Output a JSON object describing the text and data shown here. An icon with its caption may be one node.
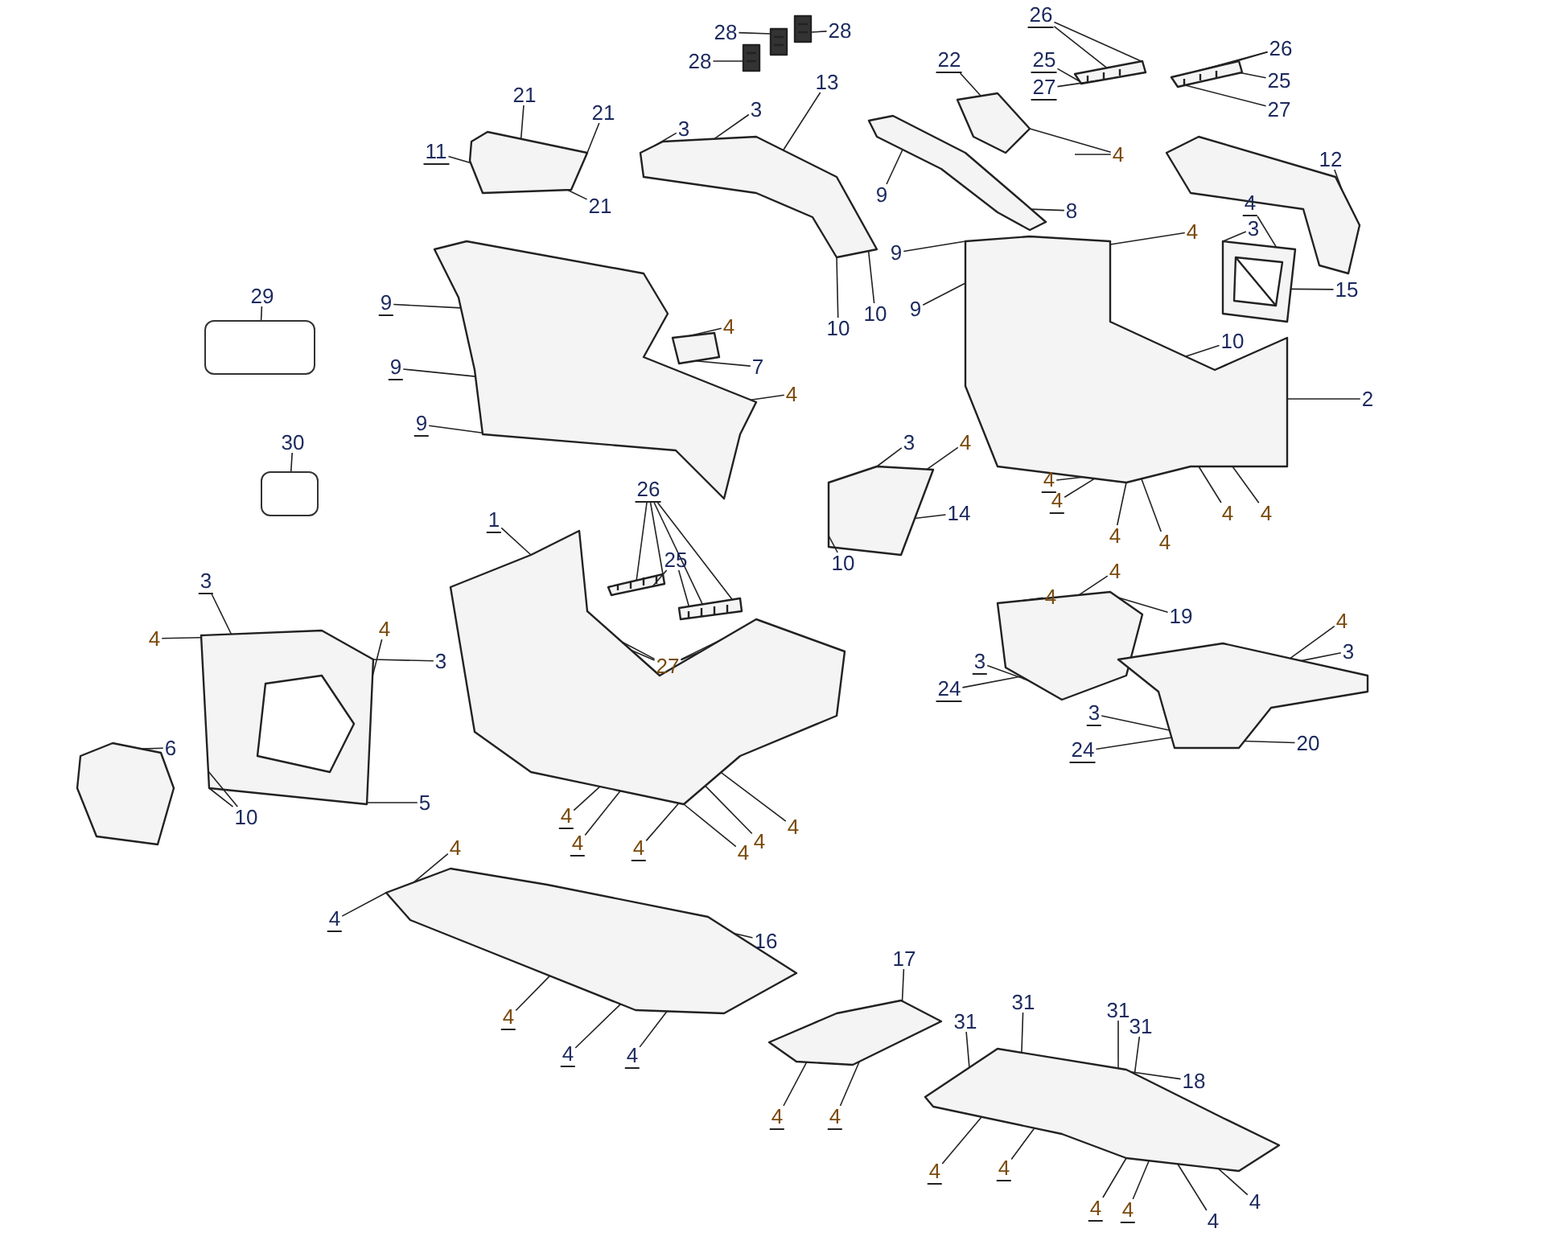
{
  "diagram": {
    "nodes": [
      {
        "text": [
          "28"
        ]
      },
      {
        "text": [
          "28"
        ]
      },
      {
        "text": [
          "28"
        ]
      },
      {
        "text": [
          "21"
        ]
      },
      {
        "text": [
          "21"
        ]
      },
      {
        "text": [
          "13"
        ]
      },
      {
        "text": [
          "3"
        ]
      },
      {
        "text": [
          "3"
        ]
      },
      {
        "text": [
          "11"
        ]
      },
      {
        "text": [
          "21"
        ]
      },
      {
        "text": [
          "9"
        ]
      },
      {
        "text": [
          "9"
        ]
      },
      {
        "text": [
          "29"
        ]
      },
      {
        "text": [],
        "shape": "box"
      },
      {
        "text": [
          "4"
        ]
      },
      {
        "text": [
          "7"
        ]
      },
      {
        "text": [
          "4"
        ]
      },
      {
        "text": [
          "9"
        ]
      },
      {
        "text": [
          "9"
        ]
      },
      {
        "text": [
          "10"
        ]
      },
      {
        "text": [
          "10"
        ]
      },
      {
        "text": [
          "30"
        ]
      },
      {
        "text": [],
        "shape": "box"
      },
      {
        "text": [
          "26"
        ]
      },
      {
        "text": [
          "25"
        ]
      },
      {
        "text": [
          "27"
        ]
      },
      {
        "text": [
          "22"
        ]
      },
      {
        "text": [
          "26"
        ]
      },
      {
        "text": [
          "25"
        ]
      },
      {
        "text": [
          "27"
        ]
      },
      {
        "text": [
          "4"
        ]
      },
      {
        "text": [
          "12"
        ]
      },
      {
        "text": [
          "8"
        ]
      },
      {
        "text": [
          "4"
        ]
      },
      {
        "text": [
          "3"
        ]
      },
      {
        "text": [
          "9"
        ]
      },
      {
        "text": [
          "4"
        ]
      },
      {
        "text": [
          "15"
        ]
      },
      {
        "text": [
          "9"
        ]
      },
      {
        "text": [
          "10"
        ]
      },
      {
        "text": [
          "2"
        ]
      },
      {
        "text": [
          "3"
        ]
      },
      {
        "text": [
          "4"
        ]
      },
      {
        "text": [
          "4"
        ]
      },
      {
        "text": [
          "4"
        ]
      },
      {
        "text": [
          "4"
        ]
      },
      {
        "text": [
          "4"
        ]
      },
      {
        "text": [
          "14"
        ]
      },
      {
        "text": [
          "1"
        ]
      },
      {
        "text": [
          "26"
        ]
      },
      {
        "text": [
          "4"
        ]
      },
      {
        "text": [
          "4"
        ]
      },
      {
        "text": [
          "10"
        ]
      },
      {
        "text": [
          "25"
        ]
      },
      {
        "text": [
          "3"
        ]
      },
      {
        "text": [
          "4"
        ]
      },
      {
        "text": [
          "4"
        ]
      },
      {
        "text": [
          "4"
        ]
      },
      {
        "text": [
          "4"
        ]
      },
      {
        "text": [
          "19"
        ]
      },
      {
        "text": [
          "4"
        ]
      },
      {
        "text": [
          "3"
        ]
      },
      {
        "text": [
          "27"
        ]
      },
      {
        "text": [
          "3"
        ]
      },
      {
        "text": [
          "3"
        ]
      },
      {
        "text": [
          "24"
        ]
      },
      {
        "text": [
          "3"
        ]
      },
      {
        "text": [
          "24"
        ]
      },
      {
        "text": [
          "20"
        ]
      },
      {
        "text": [
          "6"
        ]
      },
      {
        "text": [
          "5"
        ]
      },
      {
        "text": [
          "10"
        ]
      },
      {
        "text": [
          "4"
        ]
      },
      {
        "text": [
          "4"
        ]
      },
      {
        "text": [
          "4"
        ]
      },
      {
        "text": [
          "4"
        ]
      },
      {
        "text": [
          "4"
        ]
      },
      {
        "text": [
          "4"
        ]
      },
      {
        "text": [
          "4"
        ]
      },
      {
        "text": [
          "4"
        ]
      },
      {
        "text": [
          "16"
        ]
      },
      {
        "text": [
          "17"
        ]
      },
      {
        "text": [
          "31"
        ]
      },
      {
        "text": [
          "31"
        ]
      },
      {
        "text": [
          "4"
        ]
      },
      {
        "text": [
          "31"
        ]
      },
      {
        "text": [
          "31"
        ]
      },
      {
        "text": [
          "4"
        ]
      },
      {
        "text": [
          "4"
        ]
      },
      {
        "text": [
          "18"
        ]
      },
      {
        "text": [
          "4"
        ]
      },
      {
        "text": [
          "4"
        ]
      },
      {
        "text": [
          "4"
        ]
      },
      {
        "text": [
          "4"
        ]
      },
      {
        "text": [
          "4"
        ]
      },
      {
        "text": [
          "4"
        ]
      },
      {
        "text": [
          "4"
        ]
      },
      {
        "text": [
          "4"
        ]
      },
      {
        "text": [],
        "shape": "picture"
      },
      {
        "text": [],
        "shape": "picture"
      },
      {
        "text": [],
        "shape": "picture"
      },
      {
        "text": [],
        "shape": "picture"
      },
      {
        "text": [],
        "shape": "picture"
      },
      {
        "text": [],
        "shape": "picture"
      },
      {
        "text": [],
        "shape": "picture"
      },
      {
        "text": [],
        "shape": "picture"
      },
      {
        "text": [],
        "shape": "picture"
      },
      {
        "text": [],
        "shape": "picture"
      },
      {
        "text": [],
        "shape": "picture"
      },
      {
        "text": [],
        "shape": "picture"
      },
      {
        "text": [],
        "shape": "picture"
      },
      {
        "text": [],
        "shape": "picture"
      },
      {
        "text": [],
        "shape": "picture"
      },
      {
        "text": [],
        "shape": "picture"
      },
      {
        "text": [],
        "shape": "picture"
      },
      {
        "text": [],
        "shape": "picture"
      },
      {
        "text": [],
        "shape": "picture"
      },
      {
        "text": [],
        "shape": "picture"
      },
      {
        "text": [],
        "shape": "picture"
      },
      {
        "text": [],
        "shape": "picture"
      },
      {
        "text": [],
        "shape": "picture"
      },
      {
        "text": [],
        "shape": "picture"
      },
      {
        "text": [],
        "shape": "picture"
      }
    ],
    "edges": [
      {
        "from": 0,
        "to": 101,
        "arrow": "none"
      },
      {
        "from": 1,
        "to": 102,
        "arrow": "none"
      },
      {
        "from": 2,
        "to": 100,
        "arrow": "none"
      },
      {
        "from": 3,
        "to": 98,
        "arrow": "none"
      },
      {
        "from": 4,
        "to": 98,
        "arrow": "none"
      },
      {
        "from": 5,
        "to": 99,
        "arrow": "none"
      },
      {
        "from": 6,
        "to": 99,
        "arrow": "none"
      },
      {
        "from": 7,
        "to": 99,
        "arrow": "none"
      },
      {
        "from": 8,
        "to": 98,
        "arrow": "none"
      },
      {
        "from": 9,
        "to": 98,
        "arrow": "none"
      },
      {
        "from": 10,
        "to": 105,
        "arrow": "none"
      },
      {
        "from": 11,
        "to": 103,
        "arrow": "none"
      },
      {
        "from": 12,
        "to": 13,
        "arrow": "none"
      },
      {
        "from": 14,
        "to": 104,
        "arrow": "none"
      },
      {
        "from": 15,
        "to": 104,
        "arrow": "none"
      },
      {
        "from": 16,
        "to": 103,
        "arrow": "none"
      },
      {
        "from": 17,
        "to": 103,
        "arrow": "none"
      },
      {
        "from": 18,
        "to": 103,
        "arrow": "none"
      },
      {
        "from": 19,
        "to": 99,
        "arrow": "none"
      },
      {
        "from": 20,
        "to": 99,
        "arrow": "none"
      },
      {
        "from": 21,
        "to": 22,
        "arrow": "none"
      },
      {
        "from": 23,
        "to": 108,
        "arrow": "none"
      },
      {
        "from": 23,
        "to": 108,
        "arrow": "none"
      },
      {
        "from": 24,
        "to": 108,
        "arrow": "none"
      },
      {
        "from": 25,
        "to": 108,
        "arrow": "none"
      },
      {
        "from": 26,
        "to": 107,
        "arrow": "none"
      },
      {
        "from": 27,
        "to": 109,
        "arrow": "none"
      },
      {
        "from": 27,
        "to": 109,
        "arrow": "none"
      },
      {
        "from": 28,
        "to": 109,
        "arrow": "none"
      },
      {
        "from": 29,
        "to": 109,
        "arrow": "none"
      },
      {
        "from": 30,
        "to": 107,
        "arrow": "none"
      },
      {
        "from": 30,
        "to": null,
        "arrow": "none"
      },
      {
        "from": 31,
        "to": 110,
        "arrow": "none"
      },
      {
        "from": 32,
        "to": 105,
        "arrow": "none"
      },
      {
        "from": 33,
        "to": 111,
        "arrow": "none"
      },
      {
        "from": 34,
        "to": 111,
        "arrow": "none"
      },
      {
        "from": 35,
        "to": 106,
        "arrow": "none"
      },
      {
        "from": 36,
        "to": 106,
        "arrow": "none"
      },
      {
        "from": 37,
        "to": 111,
        "arrow": "none"
      },
      {
        "from": 38,
        "to": 106,
        "arrow": "none"
      },
      {
        "from": 39,
        "to": 106,
        "arrow": "none"
      },
      {
        "from": 40,
        "to": 106,
        "arrow": "none"
      },
      {
        "from": 41,
        "to": 112,
        "arrow": "none"
      },
      {
        "from": 42,
        "to": 112,
        "arrow": "none"
      },
      {
        "from": 43,
        "to": 106,
        "arrow": "none"
      },
      {
        "from": 44,
        "to": 106,
        "arrow": "none"
      },
      {
        "from": 45,
        "to": 106,
        "arrow": "none"
      },
      {
        "from": 46,
        "to": 106,
        "arrow": "none"
      },
      {
        "from": 47,
        "to": 112,
        "arrow": "none"
      },
      {
        "from": 48,
        "to": 113,
        "arrow": "none"
      },
      {
        "from": 49,
        "to": 114,
        "arrow": "none"
      },
      {
        "from": 49,
        "to": 114,
        "arrow": "none"
      },
      {
        "from": 49,
        "to": 115,
        "arrow": "none"
      },
      {
        "from": 49,
        "to": 115,
        "arrow": "none"
      },
      {
        "from": 50,
        "to": 106,
        "arrow": "none"
      },
      {
        "from": 51,
        "to": 106,
        "arrow": "none"
      },
      {
        "from": 52,
        "to": 112,
        "arrow": "none"
      },
      {
        "from": 53,
        "to": 114,
        "arrow": "none"
      },
      {
        "from": 53,
        "to": 115,
        "arrow": "none"
      },
      {
        "from": 54,
        "to": 116,
        "arrow": "none"
      },
      {
        "from": 55,
        "to": 118,
        "arrow": "none"
      },
      {
        "from": 56,
        "to": 116,
        "arrow": "none"
      },
      {
        "from": 57,
        "to": 116,
        "arrow": "none"
      },
      {
        "from": 58,
        "to": 118,
        "arrow": "none"
      },
      {
        "from": 59,
        "to": 118,
        "arrow": "none"
      },
      {
        "from": 60,
        "to": 119,
        "arrow": "none"
      },
      {
        "from": 61,
        "to": 116,
        "arrow": "none"
      },
      {
        "from": 62,
        "to": 113,
        "arrow": "none"
      },
      {
        "from": 62,
        "to": 113,
        "arrow": "none"
      },
      {
        "from": 62,
        "to": 113,
        "arrow": "none"
      },
      {
        "from": 62,
        "to": 113,
        "arrow": "none"
      },
      {
        "from": 63,
        "to": 119,
        "arrow": "none"
      },
      {
        "from": 64,
        "to": 118,
        "arrow": "none"
      },
      {
        "from": 65,
        "to": 118,
        "arrow": "none"
      },
      {
        "from": 66,
        "to": 119,
        "arrow": "none"
      },
      {
        "from": 67,
        "to": 119,
        "arrow": "none"
      },
      {
        "from": 68,
        "to": 119,
        "arrow": "none"
      },
      {
        "from": 69,
        "to": 117,
        "arrow": "none"
      },
      {
        "from": 70,
        "to": 116,
        "arrow": "none"
      },
      {
        "from": 71,
        "to": 116,
        "arrow": "none"
      },
      {
        "from": 71,
        "to": 116,
        "arrow": "none"
      },
      {
        "from": 72,
        "to": 113,
        "arrow": "none"
      },
      {
        "from": 73,
        "to": 113,
        "arrow": "none"
      },
      {
        "from": 74,
        "to": 113,
        "arrow": "none"
      },
      {
        "from": 75,
        "to": 113,
        "arrow": "none"
      },
      {
        "from": 76,
        "to": 120,
        "arrow": "none"
      },
      {
        "from": 77,
        "to": 113,
        "arrow": "none"
      },
      {
        "from": 78,
        "to": 113,
        "arrow": "none"
      },
      {
        "from": 79,
        "to": 120,
        "arrow": "none"
      },
      {
        "from": 80,
        "to": 120,
        "arrow": "none"
      },
      {
        "from": 81,
        "to": 121,
        "arrow": "none"
      },
      {
        "from": 82,
        "to": 122,
        "arrow": "none"
      },
      {
        "from": 83,
        "to": 122,
        "arrow": "none"
      },
      {
        "from": 84,
        "to": 120,
        "arrow": "none"
      },
      {
        "from": 85,
        "to": 122,
        "arrow": "none"
      },
      {
        "from": 86,
        "to": 122,
        "arrow": "none"
      },
      {
        "from": 87,
        "to": 120,
        "arrow": "none"
      },
      {
        "from": 88,
        "to": 120,
        "arrow": "none"
      },
      {
        "from": 89,
        "to": 122,
        "arrow": "none"
      },
      {
        "from": 90,
        "to": 121,
        "arrow": "none"
      },
      {
        "from": 91,
        "to": 121,
        "arrow": "none"
      },
      {
        "from": 92,
        "to": 122,
        "arrow": "none"
      },
      {
        "from": 93,
        "to": 122,
        "arrow": "none"
      },
      {
        "from": 94,
        "to": 122,
        "arrow": "none"
      },
      {
        "from": 95,
        "to": 122,
        "arrow": "none"
      },
      {
        "from": 96,
        "to": 122,
        "arrow": "none"
      },
      {
        "from": 97,
        "to": 122,
        "arrow": "none"
      }
    ]
  }
}
